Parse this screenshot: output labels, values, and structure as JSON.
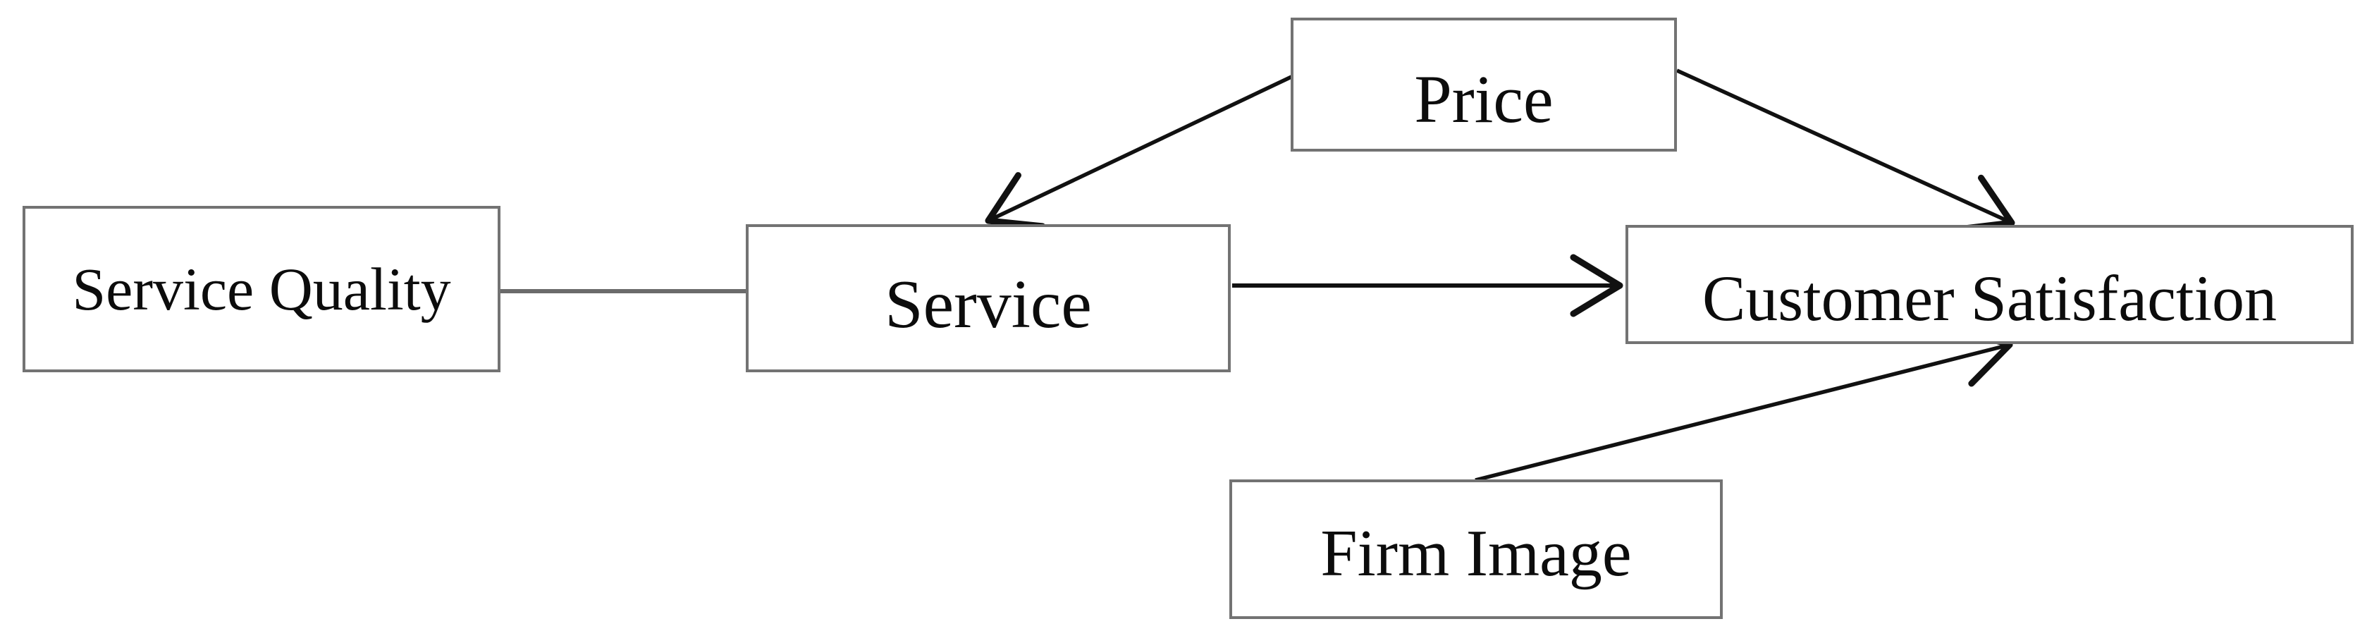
{
  "diagram": {
    "background_color": "#ffffff",
    "node_border_color": "#737373",
    "node_fill_color": "#ffffff",
    "text_color": "#0c0c0c",
    "arrow_color": "#111111",
    "plain_connector_color": "#6b6b6b",
    "nodes": {
      "service_quality": {
        "label": "Service Quality"
      },
      "service": {
        "label": "Service"
      },
      "price": {
        "label": "Price"
      },
      "customer_satisfaction": {
        "label": "Customer Satisfaction"
      },
      "firm_image": {
        "label": "Firm Image"
      }
    },
    "edges": [
      {
        "from": "service_quality",
        "to": "service",
        "type": "plain-line"
      },
      {
        "from": "price",
        "to": "service",
        "type": "arrow"
      },
      {
        "from": "price",
        "to": "customer_satisfaction",
        "type": "arrow"
      },
      {
        "from": "service",
        "to": "customer_satisfaction",
        "type": "arrow"
      },
      {
        "from": "firm_image",
        "to": "customer_satisfaction",
        "type": "arrow"
      }
    ]
  }
}
